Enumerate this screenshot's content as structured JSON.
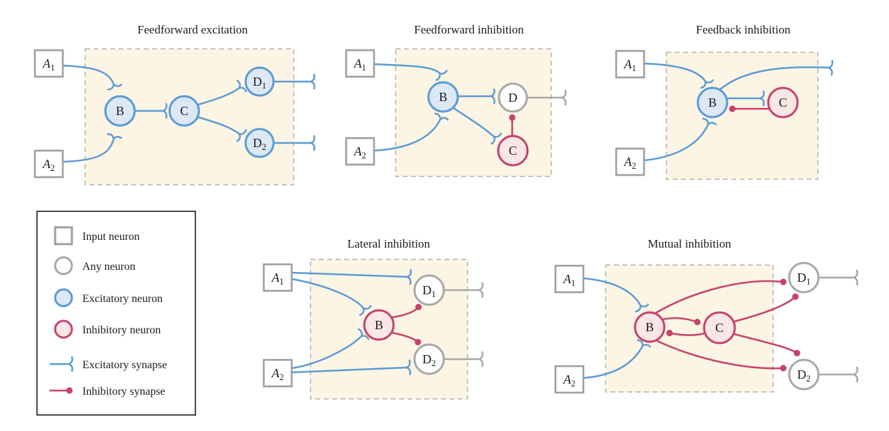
{
  "colors": {
    "excitatory": "#5B9BD5",
    "excitatory_fill": "#DCE8F4",
    "inhibitory": "#C5436D",
    "inhibitory_fill": "#F9E7E6",
    "neutral": "#A8A8A8",
    "input_border": "#9E9E9E",
    "box_fill": "#FCF5E4",
    "box_border": "#B5B2AB",
    "text": "#1b1b1b"
  },
  "panels": [
    {
      "title": "Feedforward excitation",
      "nodes": {
        "a1": {
          "base": "A",
          "sub": "1"
        },
        "a2": {
          "base": "A",
          "sub": "2"
        },
        "b": {
          "base": "B"
        },
        "c": {
          "base": "C"
        },
        "d1": {
          "base": "D",
          "sub": "1"
        },
        "d2": {
          "base": "D",
          "sub": "2"
        }
      }
    },
    {
      "title": "Feedforward inhibition",
      "nodes": {
        "a1": {
          "base": "A",
          "sub": "1"
        },
        "a2": {
          "base": "A",
          "sub": "2"
        },
        "b": {
          "base": "B"
        },
        "c": {
          "base": "C"
        },
        "d": {
          "base": "D"
        }
      }
    },
    {
      "title": "Feedback inhibition",
      "nodes": {
        "a1": {
          "base": "A",
          "sub": "1"
        },
        "a2": {
          "base": "A",
          "sub": "2"
        },
        "b": {
          "base": "B"
        },
        "c": {
          "base": "C"
        }
      }
    },
    {
      "title": "Lateral inhibition",
      "nodes": {
        "a1": {
          "base": "A",
          "sub": "1"
        },
        "a2": {
          "base": "A",
          "sub": "2"
        },
        "b": {
          "base": "B"
        },
        "d1": {
          "base": "D",
          "sub": "1"
        },
        "d2": {
          "base": "D",
          "sub": "2"
        }
      }
    },
    {
      "title": "Mutual inhibition",
      "nodes": {
        "a1": {
          "base": "A",
          "sub": "1"
        },
        "a2": {
          "base": "A",
          "sub": "2"
        },
        "b": {
          "base": "B"
        },
        "c": {
          "base": "C"
        },
        "d1": {
          "base": "D",
          "sub": "1"
        },
        "d2": {
          "base": "D",
          "sub": "2"
        }
      }
    }
  ],
  "legend": {
    "items": [
      {
        "icon": "input-neuron-square",
        "label": "Input neuron"
      },
      {
        "icon": "any-neuron-circle",
        "label": "Any neuron"
      },
      {
        "icon": "excitatory-neuron-circle",
        "label": "Excitatory neuron"
      },
      {
        "icon": "inhibitory-neuron-circle",
        "label": "Inhibitory neuron"
      },
      {
        "icon": "excitatory-synapse",
        "label": "Excitatory synapse"
      },
      {
        "icon": "inhibitory-synapse",
        "label": "Inhibitory synapse"
      }
    ]
  }
}
